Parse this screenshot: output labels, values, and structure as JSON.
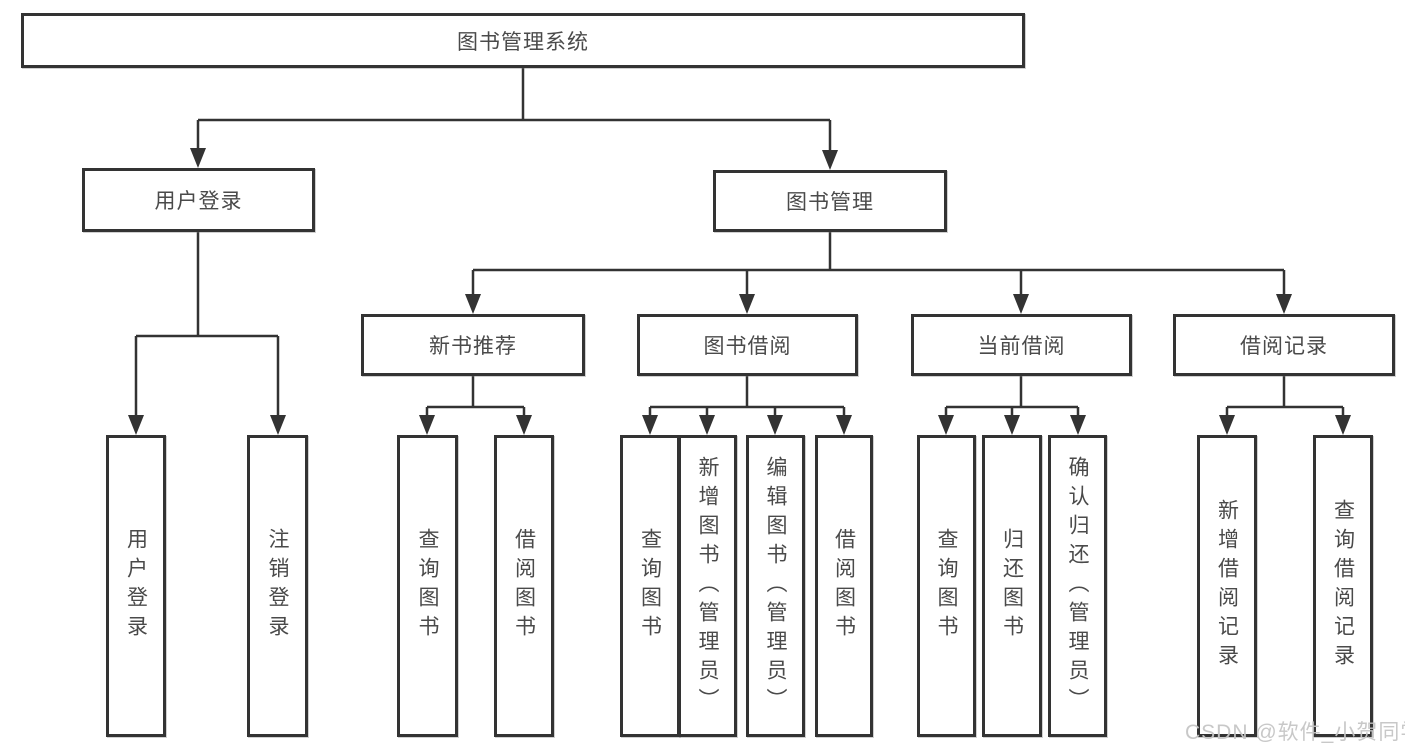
{
  "diagram": {
    "root": {
      "label": "图书管理系统"
    },
    "branches": [
      {
        "label": "用户登录",
        "children": [
          {
            "label": "用户登录"
          },
          {
            "label": "注销登录"
          }
        ]
      },
      {
        "label": "图书管理",
        "sections": [
          {
            "label": "新书推荐",
            "children": [
              {
                "label": "查询图书"
              },
              {
                "label": "借阅图书"
              }
            ]
          },
          {
            "label": "图书借阅",
            "children": [
              {
                "label": "查询图书"
              },
              {
                "label": "新增图书（管理员）"
              },
              {
                "label": "编辑图书（管理员）"
              },
              {
                "label": "借阅图书"
              }
            ]
          },
          {
            "label": "当前借阅",
            "children": [
              {
                "label": "查询图书"
              },
              {
                "label": "归还图书"
              },
              {
                "label": "确认归还（管理员）"
              }
            ]
          },
          {
            "label": "借阅记录",
            "children": [
              {
                "label": "新增借阅记录"
              },
              {
                "label": "查询借阅记录"
              }
            ]
          }
        ]
      }
    ]
  },
  "watermark": {
    "text": "CSDN @软件_小贺同学"
  },
  "colors": {
    "border": "#333333",
    "line": "#333333",
    "text": "#4a4a4a",
    "watermark": "#c6c6c6",
    "background": "#ffffff"
  }
}
